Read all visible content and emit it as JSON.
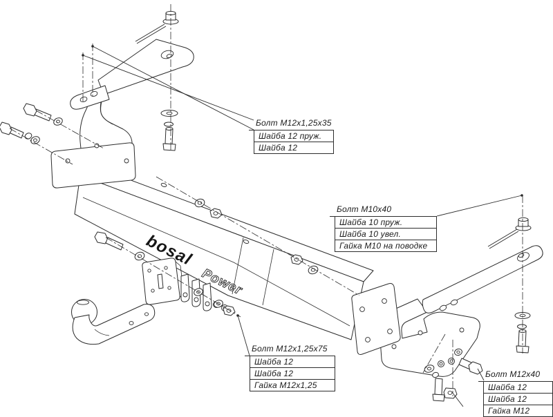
{
  "page": {
    "background": "#ffffff",
    "line_color": "#2b2b2b",
    "description": "Exploded assembly line drawing of a bosal Power towbar with fastener callouts"
  },
  "branding": {
    "logo": "bosal",
    "model": "Power"
  },
  "callouts": [
    {
      "rows": [
        "Болт М12х1,25х35",
        "Шайба 12 пруж.",
        "Шайба 12"
      ]
    },
    {
      "rows": [
        "Болт М10х40",
        "Шайба 10 пруж.",
        "Шайба 10 увел.",
        "Гайка М10 на поводке"
      ]
    },
    {
      "rows": [
        "Болт М12х1,25х75",
        "Шайба 12",
        "Шайба 12",
        "Гайка М12х1,25"
      ]
    },
    {
      "rows": [
        "Болт М12х40",
        "Шайба 12",
        "Шайба 12",
        "Гайка М12"
      ]
    }
  ]
}
